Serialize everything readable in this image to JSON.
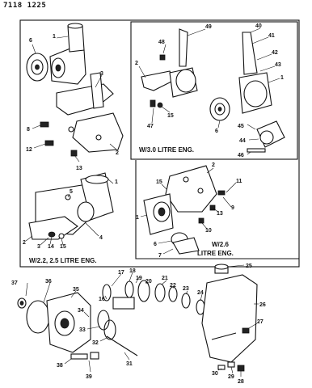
{
  "header": {
    "code": "7118 1225"
  },
  "captions": {
    "v30": "W/3.0 LITRE ENG.",
    "v26_line1": "W/2.6",
    "v26_line2": "LITRE ENG.",
    "v2225": "W/2.2, 2.5 LITRE ENG."
  },
  "callouts": {
    "main": [
      "1",
      "6",
      "3",
      "8",
      "12",
      "2",
      "13"
    ],
    "v30": [
      "48",
      "49",
      "40",
      "41",
      "42",
      "43",
      "1",
      "2",
      "15",
      "47",
      "6",
      "45",
      "44",
      "46"
    ],
    "v26": [
      "2",
      "11",
      "15",
      "9",
      "13",
      "10",
      "1",
      "6",
      "7"
    ],
    "v2225": [
      "1",
      "5",
      "2",
      "3",
      "4",
      "14",
      "15"
    ],
    "exploded": [
      "37",
      "36",
      "35",
      "16",
      "17",
      "18",
      "19",
      "20",
      "21",
      "22",
      "23",
      "24",
      "25",
      "26",
      "27",
      "34",
      "33",
      "32",
      "31",
      "38",
      "39",
      "30",
      "29",
      "28"
    ]
  }
}
